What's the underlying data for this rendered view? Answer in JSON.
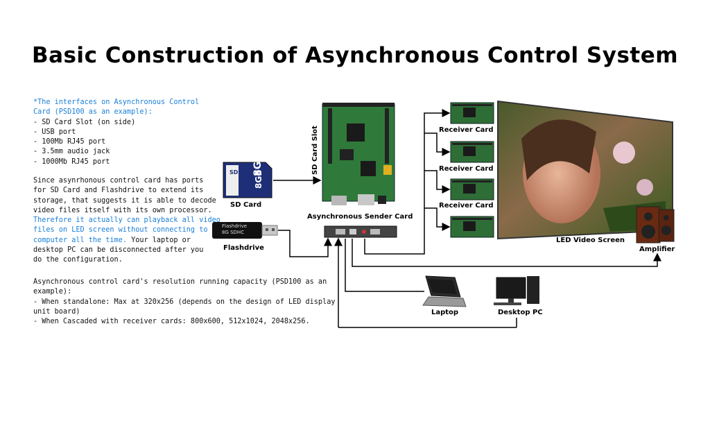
{
  "title": "Basic Construction of Asynchronous Control System",
  "notes": {
    "interfaces_heading_1": "*The interfaces on Asynchronous Control",
    "interfaces_heading_2": "Card (PSD100 as an example):",
    "interfaces": [
      "- SD Card Slot (on side)",
      "- USB port",
      "- 100Mb RJ45 port",
      "- 3.5mm audio jack",
      "- 1000Mb RJ45 port"
    ],
    "para_1": [
      "Since asynrhonous control card has ports",
      "for SD Card and Flashdrive to extend its",
      "storage, that suggests it is able to decode",
      "video files itself with its own processor."
    ],
    "para_blue": [
      "Therefore it actually can playback all video",
      "files on LED screen without connecting to",
      "computer all the time."
    ],
    "para_tail_1": " Your laptop or",
    "para_2": [
      "desktop PC can be disconnected after you",
      "do the configuration."
    ],
    "capacity": [
      "Asynchronous control card's resolution running capacity (PSD100 as an",
      "example):",
      "- When standalone: Max at 320x256 (depends on the design of LED display",
      "unit board)",
      "- When Cascaded with receiver cards: 800x600, 512x1024, 2048x256."
    ]
  },
  "sdcard": {
    "label": "SD Card",
    "capacity": "8GB",
    "brand": "SD"
  },
  "flashdrive": {
    "label": "Flashdrive",
    "text_1": "Flashdrive",
    "text_2": "8G SDHC"
  },
  "sd_slot_label": "SD Card Slot",
  "sender_label": "Asynchronous Sender Card",
  "receivers": [
    "Receiver Card",
    "Receiver Card",
    "Receiver Card"
  ],
  "screen_label": "LED Video Screen",
  "amplifier_label": "Amplifier",
  "laptop_label": "Laptop",
  "desktop_label": "Desktop PC",
  "colors": {
    "board_green": "#2f7a3a",
    "note_blue": "#1a7fd8"
  }
}
